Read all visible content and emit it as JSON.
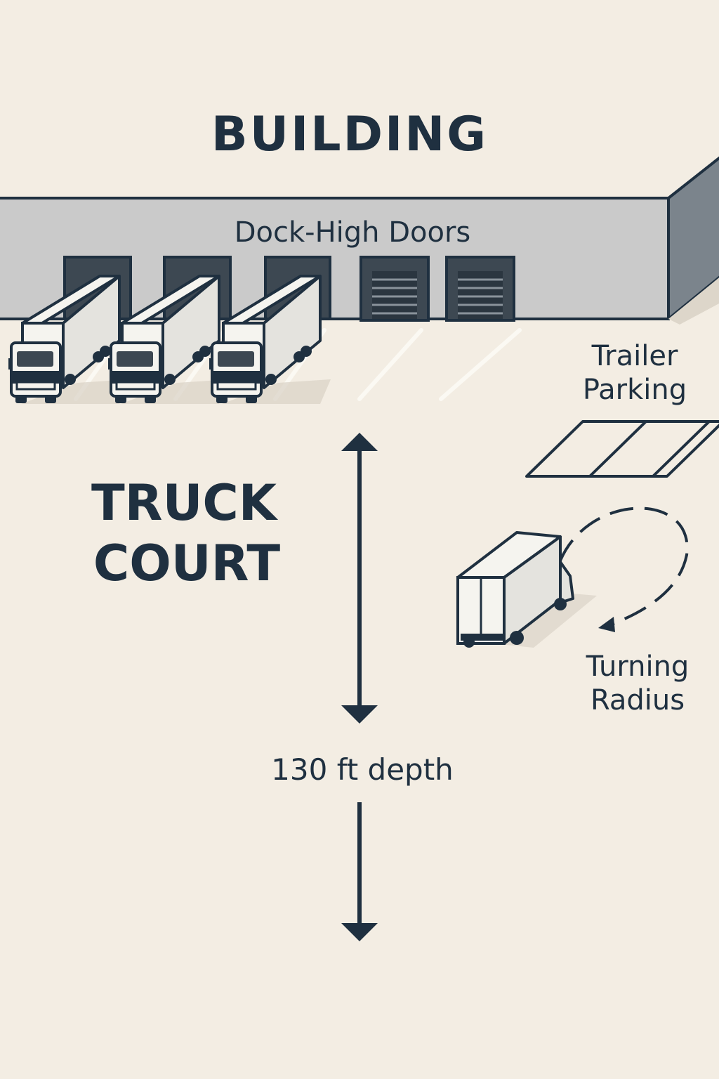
{
  "labels": {
    "building": "BUILDING",
    "dock_doors": "Dock-High Doors",
    "truck_court_line1": "TRUCK",
    "truck_court_line2": "COURT",
    "trailer_parking_line1": "Trailer",
    "trailer_parking_line2": "Parking",
    "turning_radius_line1": "Turning",
    "turning_radius_line2": "Radius",
    "depth": "130 ft depth"
  },
  "colors": {
    "background": "#f3ede3",
    "ink": "#1f3040",
    "building_wall": "#cacaca",
    "building_side": "#7b848c",
    "door_dark": "#3d4852",
    "trailer_white": "#f5f4ef",
    "trailer_side": "#e4e3de"
  }
}
